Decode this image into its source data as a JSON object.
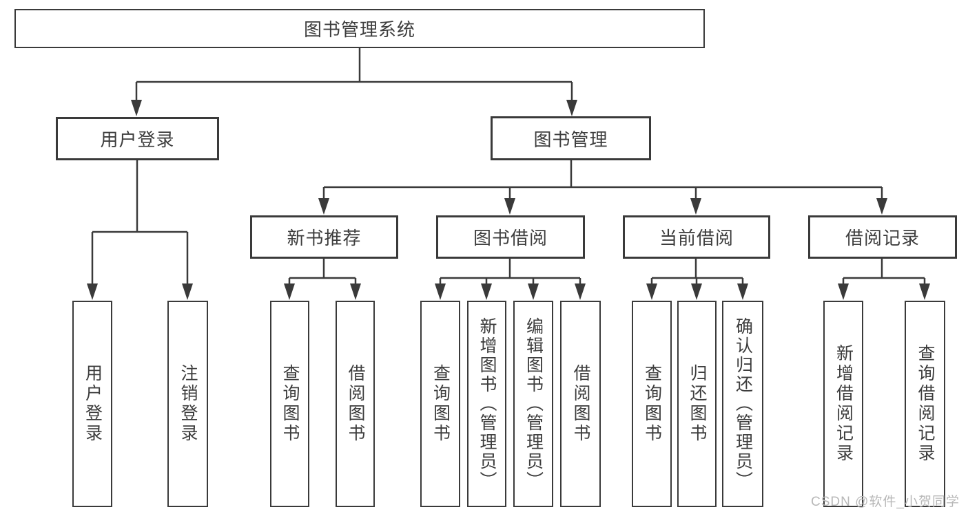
{
  "diagram": {
    "title": "图书管理系统",
    "branches": [
      {
        "label": "用户登录",
        "children": [
          {
            "label": "用户登录"
          },
          {
            "label": "注销登录"
          }
        ]
      },
      {
        "label": "图书管理",
        "children": [
          {
            "label": "新书推荐",
            "children": [
              {
                "label": "查询图书"
              },
              {
                "label": "借阅图书"
              }
            ]
          },
          {
            "label": "图书借阅",
            "children": [
              {
                "label": "查询图书"
              },
              {
                "label": "新增图书（管理员）"
              },
              {
                "label": "编辑图书（管理员）"
              },
              {
                "label": "借阅图书"
              }
            ]
          },
          {
            "label": "当前借阅",
            "children": [
              {
                "label": "查询图书"
              },
              {
                "label": "归还图书"
              },
              {
                "label": "确认归还（管理员）"
              }
            ]
          },
          {
            "label": "借阅记录",
            "children": [
              {
                "label": "新增借阅记录"
              },
              {
                "label": "查询借阅记录"
              }
            ]
          }
        ]
      }
    ]
  },
  "watermark": "CSDN @软件_小贺同学",
  "colors": {
    "line": "#3a3a3a",
    "text": "#3d3d3d",
    "watermark_gray": "#b8b8b8",
    "background": "#ffffff"
  }
}
